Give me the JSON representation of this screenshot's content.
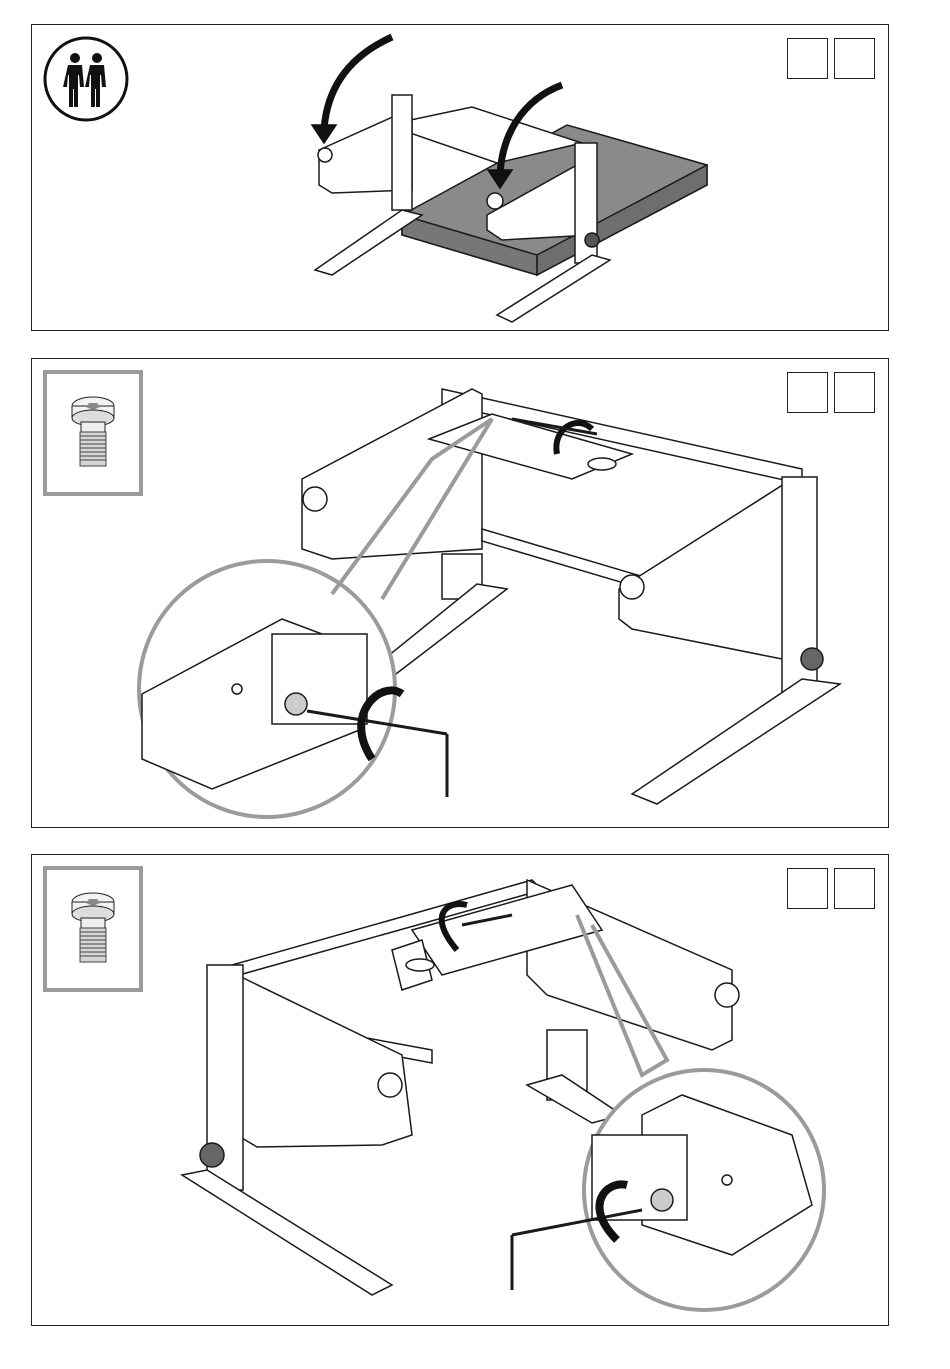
{
  "page": {
    "background": "#ffffff",
    "line_color": "#1a1a1a",
    "accent_gray": "#9b9b9b"
  },
  "steps": [
    {
      "id": "step-1",
      "icon": "two-person-icon",
      "checkboxes": 2
    },
    {
      "id": "step-2",
      "icon": "screw-bolt-icon",
      "checkboxes": 2
    },
    {
      "id": "step-3",
      "icon": "screw-bolt-icon",
      "checkboxes": 2
    }
  ]
}
